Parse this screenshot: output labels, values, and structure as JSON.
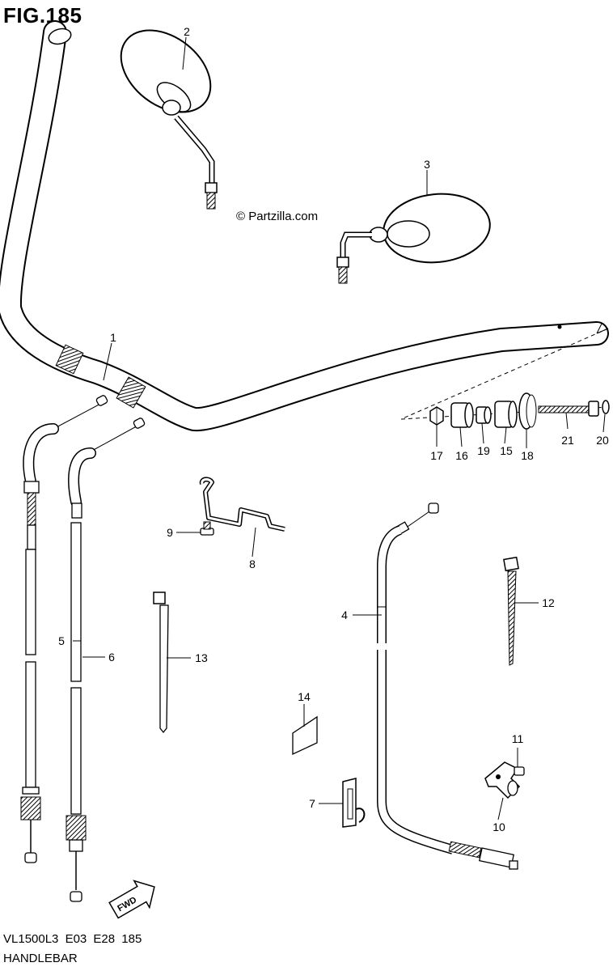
{
  "figure": {
    "title": "FIG.185",
    "model_code": "VL1500L3  E03  E28  185",
    "name": "HANDLEBAR",
    "watermark": "© Partzilla.com",
    "fwd_label": "FWD"
  },
  "callouts": [
    {
      "id": "callout-1",
      "number": "1"
    },
    {
      "id": "callout-2",
      "number": "2"
    },
    {
      "id": "callout-3",
      "number": "3"
    },
    {
      "id": "callout-4",
      "number": "4"
    },
    {
      "id": "callout-5",
      "number": "5"
    },
    {
      "id": "callout-6",
      "number": "6"
    },
    {
      "id": "callout-7",
      "number": "7"
    },
    {
      "id": "callout-8",
      "number": "8"
    },
    {
      "id": "callout-9",
      "number": "9"
    },
    {
      "id": "callout-10",
      "number": "10"
    },
    {
      "id": "callout-11",
      "number": "11"
    },
    {
      "id": "callout-12",
      "number": "12"
    },
    {
      "id": "callout-13",
      "number": "13"
    },
    {
      "id": "callout-14",
      "number": "14"
    },
    {
      "id": "callout-15",
      "number": "15"
    },
    {
      "id": "callout-16",
      "number": "16"
    },
    {
      "id": "callout-17",
      "number": "17"
    },
    {
      "id": "callout-18",
      "number": "18"
    },
    {
      "id": "callout-19",
      "number": "19"
    },
    {
      "id": "callout-20",
      "number": "20"
    },
    {
      "id": "callout-21",
      "number": "21"
    }
  ]
}
